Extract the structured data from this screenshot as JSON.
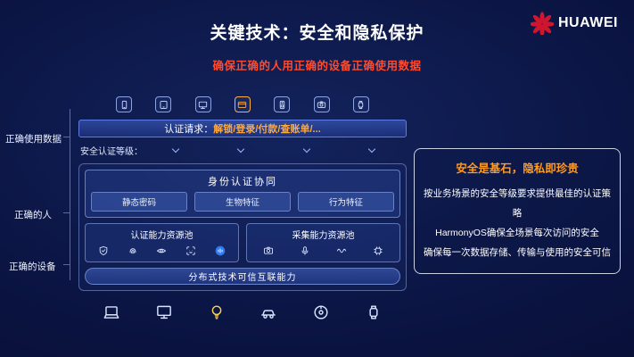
{
  "slide": {
    "title": "关键技术：安全和隐私保护",
    "subtitle": "确保正确的人用正确的设备正确使用数据",
    "logo_text": "HUAWEI"
  },
  "colors": {
    "background": "#0a1340",
    "subtitle_red": "#ff4a2d",
    "accent_orange": "#ffa83c",
    "panel_title_orange": "#ff9a1f",
    "huawei_red": "#d0152e",
    "highlight_blue": "#2e7bf0"
  },
  "left_axis": {
    "labels": [
      "正确使用数据",
      "正确的人",
      "正确的设备"
    ]
  },
  "diagram": {
    "auth_request_label": "认证请求：",
    "auth_request_value": "解锁/登录/付款/查账单/...",
    "security_level_label": "安全认证等级：",
    "identity": {
      "title": "身份认证协同",
      "items": [
        "静态密码",
        "生物特征",
        "行为特征"
      ]
    },
    "pools": {
      "auth_title": "认证能力资源池",
      "collect_title": "采集能力资源池"
    },
    "distributed_bar": "分布式技术可信互联能力",
    "top_device_icons": [
      "phone-icon",
      "tablet-icon",
      "tv-icon",
      "bank-card-icon",
      "speaker-icon",
      "camera-icon",
      "watch-icon"
    ],
    "bottom_device_icons": [
      "laptop-icon",
      "monitor-icon",
      "bulb-icon",
      "car-icon",
      "vacuum-icon",
      "watch-icon"
    ],
    "auth_pool_icons": [
      "shield-icon",
      "fingerprint-icon",
      "iris-icon",
      "face-id-icon",
      "voice-icon"
    ],
    "collect_pool_icons": [
      "camera-icon",
      "mic-icon",
      "wave-icon",
      "chip-icon"
    ]
  },
  "right_panel": {
    "title": "安全是基石，隐私即珍贵",
    "lines": [
      "按业务场景的安全等级要求提供最佳的认证策略",
      "HarmonyOS确保全场景每次访问的安全",
      "确保每一次数据存储、传输与使用的安全可信"
    ]
  }
}
